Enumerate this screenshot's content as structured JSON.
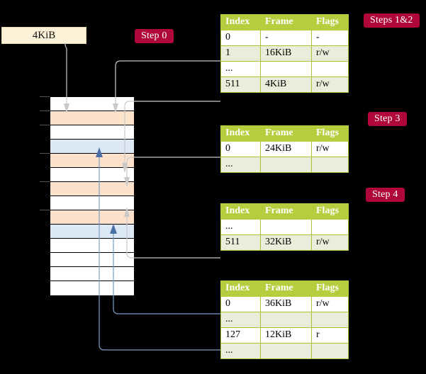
{
  "diagram": {
    "title": "Multi-level page table allocation steps",
    "background_color": "#000000",
    "accent_color": "#b0063a",
    "table_header_color": "#b5ce3e",
    "highlight_color": "#fbf8a8",
    "memory_colors": {
      "free": "#ffffff",
      "used": "#fde2cb",
      "allocated": "#dde8f7"
    }
  },
  "request": {
    "label": "4KiB"
  },
  "badges": [
    {
      "id": "step-0",
      "label": "Step 0"
    },
    {
      "id": "steps-1-2",
      "label": "Steps 1&2"
    },
    {
      "id": "step-3",
      "label": "Step 3"
    },
    {
      "id": "step-4",
      "label": "Step 4"
    }
  ],
  "columns": [
    "Index",
    "Frame",
    "Flags"
  ],
  "tables": [
    {
      "id": "table-steps-1-2",
      "rows": [
        {
          "index": "0",
          "frame": "-",
          "flags": "-",
          "style": "plain",
          "highlight": false
        },
        {
          "index": "1",
          "frame": "16KiB",
          "flags": "r/w",
          "style": "shade",
          "highlight": false
        },
        {
          "index": "...",
          "frame": "",
          "flags": "",
          "style": "plain",
          "highlight": false
        },
        {
          "index": "511",
          "frame": "4KiB",
          "flags": "r/w",
          "style": "shade",
          "highlight": true
        }
      ]
    },
    {
      "id": "table-step-3",
      "rows": [
        {
          "index": "0",
          "frame": "24KiB",
          "flags": "r/w",
          "style": "plain",
          "highlight": false
        },
        {
          "index": "...",
          "frame": "",
          "flags": "",
          "style": "shade",
          "highlight": false
        }
      ]
    },
    {
      "id": "table-step-4-a",
      "rows": [
        {
          "index": "...",
          "frame": "",
          "flags": "",
          "style": "plain",
          "highlight": false
        },
        {
          "index": "511",
          "frame": "32KiB",
          "flags": "r/w",
          "style": "shade",
          "highlight": false
        }
      ]
    },
    {
      "id": "table-step-4-b",
      "rows": [
        {
          "index": "0",
          "frame": "36KiB",
          "flags": "r/w",
          "style": "plain",
          "highlight": false
        },
        {
          "index": "...",
          "frame": "",
          "flags": "",
          "style": "shade",
          "highlight": false
        },
        {
          "index": "127",
          "frame": "12KiB",
          "flags": "r",
          "style": "plain",
          "highlight": false
        },
        {
          "index": "...",
          "frame": "",
          "flags": "",
          "style": "shade",
          "highlight": false
        }
      ]
    }
  ],
  "memory": {
    "label": "physical-memory-column",
    "rows": [
      {
        "n": 0,
        "state": "free",
        "tick": true
      },
      {
        "n": 1,
        "state": "used",
        "tick": true
      },
      {
        "n": 2,
        "state": "free",
        "tick": true
      },
      {
        "n": 3,
        "state": "allocated",
        "tick": false
      },
      {
        "n": 4,
        "state": "used",
        "tick": true
      },
      {
        "n": 5,
        "state": "free",
        "tick": false
      },
      {
        "n": 6,
        "state": "used",
        "tick": true
      },
      {
        "n": 7,
        "state": "free",
        "tick": false
      },
      {
        "n": 8,
        "state": "used",
        "tick": true
      },
      {
        "n": 9,
        "state": "allocated",
        "tick": false
      },
      {
        "n": 10,
        "state": "free",
        "tick": false
      },
      {
        "n": 11,
        "state": "free",
        "tick": false
      },
      {
        "n": 12,
        "state": "free",
        "tick": false
      },
      {
        "n": 13,
        "state": "free",
        "tick": false
      }
    ]
  }
}
